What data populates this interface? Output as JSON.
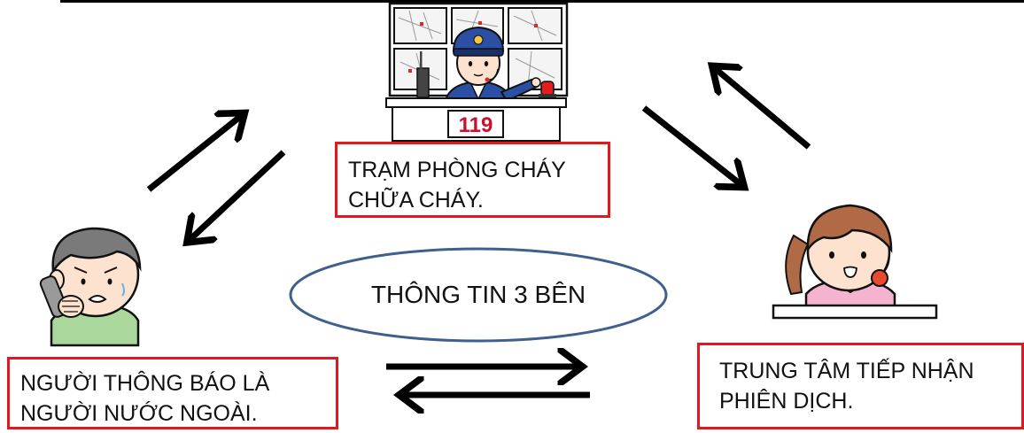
{
  "station": {
    "line1": "TRẠM PHÒNG CHÁY",
    "line2": "CHỮA CHÁY.",
    "desk_number": "119"
  },
  "caller": {
    "line1": "NGƯỜI THÔNG BÁO LÀ",
    "line2": "NGƯỜI NƯỚC NGOÀI."
  },
  "interpreter": {
    "line1": "TRUNG TÂM TIẾP NHẬN",
    "line2": "PHIÊN DỊCH."
  },
  "center_label": "THÔNG TIN 3 BÊN",
  "colors": {
    "box_border": "#e0191e",
    "ellipse_stroke": "#3f5f8f",
    "arrow": "#000000",
    "desk_number": "#c8102e"
  },
  "icons": [
    "fire-station-operator-icon",
    "worried-caller-icon",
    "interpreter-operator-icon"
  ]
}
